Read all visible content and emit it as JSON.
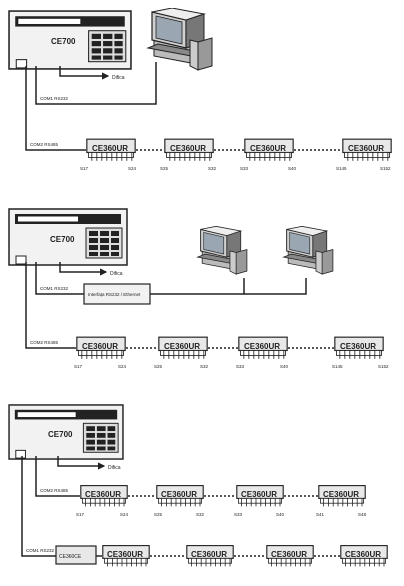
{
  "colors": {
    "line": "#333333",
    "device_fill": "#f2f2f2",
    "device_dark": "#222222",
    "module_fill": "#e8e8e8"
  },
  "panels": [
    {
      "controller": "CE700",
      "outputs": [
        {
          "label": "Difica"
        },
        {
          "label": "COM1 RS232"
        },
        {
          "label": "COM2 RS485"
        }
      ],
      "modules": [
        {
          "title": "CE360UR",
          "range_start": "S17",
          "range_end": "S24"
        },
        {
          "title": "CE360UR",
          "range_start": "S25",
          "range_end": "S32"
        },
        {
          "title": "CE360UR",
          "range_start": "S33",
          "range_end": "S40"
        },
        {
          "title": "CE360UR",
          "range_start": "S145",
          "range_end": "S152"
        }
      ]
    },
    {
      "controller": "CE700",
      "outputs": [
        {
          "label": "Difica"
        },
        {
          "label": "COM1 RS232"
        },
        {
          "label": "COM2 RS485"
        }
      ],
      "interface_label": "Interfața RS232 / Ethernet",
      "modules": [
        {
          "title": "CE360UR",
          "range_start": "S17",
          "range_end": "S24"
        },
        {
          "title": "CE360UR",
          "range_start": "S25",
          "range_end": "S32"
        },
        {
          "title": "CE360UR",
          "range_start": "S33",
          "range_end": "S40"
        },
        {
          "title": "CE360UR",
          "range_start": "S145",
          "range_end": "S152"
        }
      ]
    },
    {
      "controller": "CE700",
      "outputs": [
        {
          "label": "Difica"
        },
        {
          "label": "COM2 RS485"
        },
        {
          "label": "COM1 RS232"
        }
      ],
      "adapter_label": "CE360CE",
      "modules_row1": [
        {
          "title": "CE360UR",
          "range_start": "S17",
          "range_end": "S24"
        },
        {
          "title": "CE360UR",
          "range_start": "S25",
          "range_end": "S32"
        },
        {
          "title": "CE360UR",
          "range_start": "S33",
          "range_end": "S40"
        },
        {
          "title": "CE360UR",
          "range_start": "S41",
          "range_end": "S48"
        }
      ],
      "modules_row2": [
        {
          "title": "CE360UR"
        },
        {
          "title": "CE360UR"
        },
        {
          "title": "CE360UR"
        },
        {
          "title": "CE360UR"
        }
      ]
    }
  ]
}
